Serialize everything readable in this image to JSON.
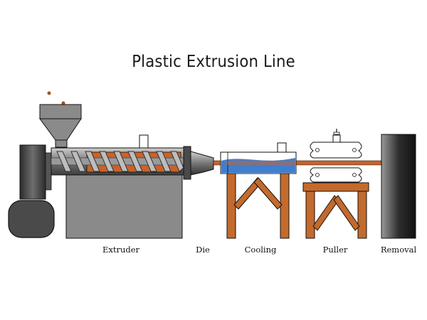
{
  "title": "Plastic Extrusion Line",
  "stages": [
    {
      "id": "extruder",
      "label": "Extruder"
    },
    {
      "id": "die",
      "label": "Die"
    },
    {
      "id": "cooling",
      "label": "Cooling"
    },
    {
      "id": "puller",
      "label": "Puller"
    },
    {
      "id": "removal",
      "label": "Removal"
    }
  ],
  "colors": {
    "machine_gray": "#8a8a8a",
    "dark_gray": "#3a3a3a",
    "extrudate": "#c8632a",
    "stand": "#c46a2c",
    "water": "#3f7fd0",
    "outline": "#111111"
  }
}
